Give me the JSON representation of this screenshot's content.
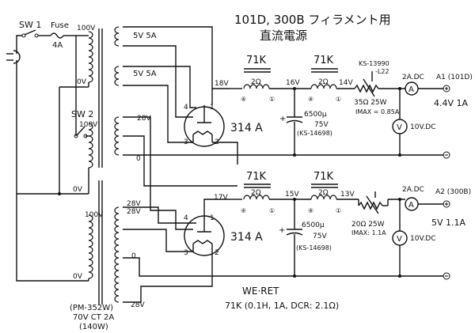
{
  "title_line1": "101D, 300B フィラメント用",
  "title_line2": "直流電源",
  "mains": {
    "switch1": "SW 1",
    "switch2": "SW 2",
    "fuse": "Fuse",
    "fuse_rating": "4A"
  },
  "transformer1": {
    "tap_top": "100V",
    "tap_bottom": "0V",
    "sec1": "5V 5A",
    "sec2": "5V 5A",
    "sec3": "28V",
    "sec_zero": "0"
  },
  "transformer2": {
    "tap_top": "100V",
    "tap_bottom": "0V",
    "sec1": "28V",
    "sec2": "28V",
    "sec_zero": "0",
    "sec3": "28V"
  },
  "tube1": {
    "type": "314 A",
    "pin4": "4",
    "pin3": "3",
    "pin1": "1",
    "pin2": "2"
  },
  "tube2": {
    "type": "314 A",
    "pin4": "4",
    "pin3": "3",
    "pin1": "1",
    "pin2": "2"
  },
  "ch1": {
    "v_in": "18V",
    "choke1": "71K",
    "choke1_r": "2Ω",
    "choke1_a": "④",
    "choke1_b": "①",
    "v_mid": "16V",
    "choke2": "71K",
    "choke2_r": "2Ω",
    "choke2_a": "④",
    "choke2_b": "①",
    "v_out": "14V",
    "cap_val": "6500μ",
    "cap_volt": "75V",
    "cap_part": "(KS-14698)",
    "rheo_part": "KS-13990",
    "rheo_sub": "-L22",
    "rheo_val": "35Ω 25W",
    "rheo_imax": "IMAX = 0.85A",
    "ammeter": "A",
    "ammeter_label": "2A.DC",
    "voltmeter": "V",
    "voltmeter_label": "10V.DC",
    "out_name": "A1 (101D)",
    "out_spec": "4.4V 1A"
  },
  "ch2": {
    "v_in": "17V",
    "choke1": "71K",
    "choke1_r": "2Ω",
    "choke1_a": "④",
    "choke1_b": "①",
    "v_mid": "15V",
    "choke2": "71K",
    "choke2_r": "2Ω",
    "choke2_a": "④",
    "choke2_b": "①",
    "v_out": "13V",
    "cap_val": "6500μ",
    "cap_volt": "75V",
    "cap_part": "(KS-14698)",
    "rheo_val": "20Ω 25W",
    "rheo_imax": "IMAX: 1.1A",
    "ammeter": "A",
    "ammeter_label": "2A.DC",
    "voltmeter": "V",
    "voltmeter_label": "10V.DC",
    "out_name": "A2 (300B)",
    "out_spec": "5V 1.1A"
  },
  "notes": {
    "trans_part": "(PM-352W)",
    "trans_spec": "70V CT 2A",
    "trans_va": "(140W)",
    "we_ret": "WE·RET",
    "choke_spec": "71K (0.1H, 1A, DCR: 2.1Ω)"
  }
}
